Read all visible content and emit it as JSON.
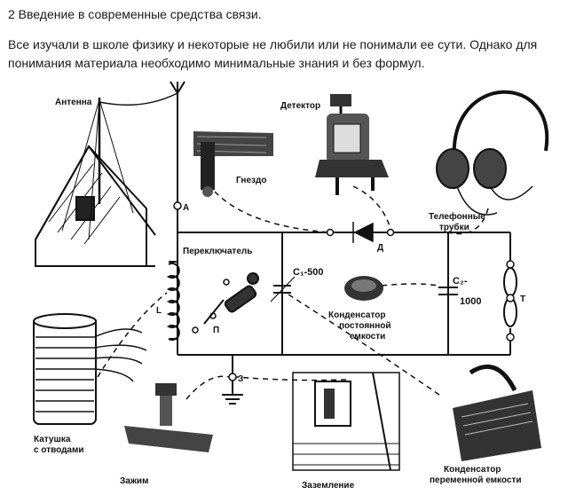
{
  "heading": "2 Введение в современные средства связи.",
  "intro": "Все изучали в школе физику и некоторые не любили или не понимали ее сути. Однако для понимания материала необходимо минимальные знания и без формул.",
  "figure": {
    "labels": {
      "antenna": "Антенна",
      "socket": "Гнездо",
      "detector": "Детектор",
      "phones_1": "Телефонные",
      "phones_2": "трубки",
      "switch": "Переключатель",
      "c1": "C₁-500",
      "c2": "C₂-",
      "c2_val": "1000",
      "point_a": "А",
      "point_d": "Д",
      "point_l": "L",
      "point_p": "П",
      "point_t": "Т",
      "point_z": "З",
      "fixed_cap_1": "Конденсатор",
      "fixed_cap_2": "постоянной",
      "fixed_cap_3": "емкости",
      "coil_1": "Катушка",
      "coil_2": "с отводами",
      "clamp": "Зажим",
      "ground": "Заземление",
      "var_cap_1": "Конденсатор",
      "var_cap_2": "переменной емкости"
    }
  }
}
